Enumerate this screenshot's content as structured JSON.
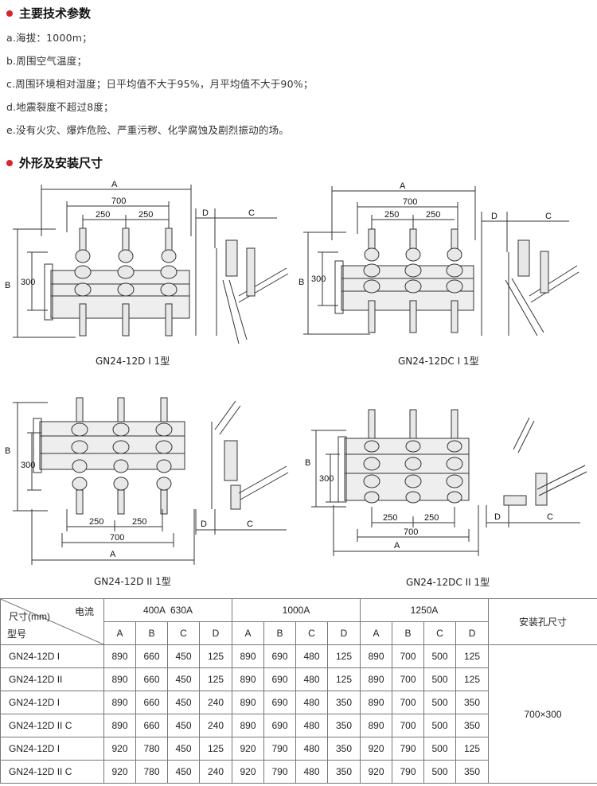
{
  "sections": {
    "params_title": "主要技术参数",
    "dims_title": "外形及安装尺寸"
  },
  "params": [
    "a.海拔：1000m；",
    "b.周围空气温度；",
    "c.周围环境相对湿度；日平均值不大于95%，月平均值不大于90%；",
    "d.地震裂度不超过8度；",
    "e.没有火灾、爆炸危险、严重污秽、化学腐蚀及剧烈振动的场。"
  ],
  "drawings": [
    {
      "caption": "GN24-12D I 1型",
      "labels": {
        "a": "A",
        "w700": "700",
        "w250a": "250",
        "w250b": "250",
        "b": "B",
        "h300": "300",
        "d": "D",
        "c": "C"
      }
    },
    {
      "caption": "GN24-12DC I 1型",
      "labels": {
        "a": "A",
        "w700": "700",
        "w250a": "250",
        "w250b": "250",
        "b": "B",
        "h300": "300",
        "d": "D",
        "c": "C"
      }
    },
    {
      "caption": "GN24-12D II 1型",
      "labels": {
        "a": "A",
        "w700": "700",
        "w250a": "250",
        "w250b": "250",
        "b": "B",
        "h300": "300",
        "d": "D",
        "c": "C"
      }
    },
    {
      "caption": "GN24-12DC II 1型",
      "labels": {
        "a": "A",
        "w700": "700",
        "w250a": "250",
        "w250b": "250",
        "b": "B",
        "h300": "300",
        "d": "D",
        "c": "C"
      }
    }
  ],
  "table": {
    "header_current": "电流",
    "header_size": "尺寸(mm)",
    "header_model": "型号",
    "groups": [
      "400A  630A",
      "1000A",
      "1250A"
    ],
    "mount_header": "安装孔尺寸",
    "sub_headers": [
      "A",
      "B",
      "C",
      "D",
      "A",
      "B",
      "C",
      "D",
      "A",
      "B",
      "C",
      "D"
    ],
    "mount_value": "700×300",
    "rows": [
      {
        "model": "GN24-12D I",
        "values": [
          "890",
          "660",
          "450",
          "125",
          "890",
          "690",
          "480",
          "125",
          "890",
          "700",
          "500",
          "125"
        ]
      },
      {
        "model": "GN24-12D II",
        "values": [
          "890",
          "660",
          "450",
          "125",
          "890",
          "690",
          "480",
          "125",
          "890",
          "700",
          "500",
          "125"
        ]
      },
      {
        "model": "GN24-12D I",
        "values": [
          "890",
          "660",
          "450",
          "240",
          "890",
          "690",
          "480",
          "350",
          "890",
          "700",
          "500",
          "350"
        ]
      },
      {
        "model": "GN24-12D II C",
        "values": [
          "890",
          "660",
          "450",
          "240",
          "890",
          "690",
          "480",
          "350",
          "890",
          "700",
          "500",
          "350"
        ]
      },
      {
        "model": "GN24-12D I",
        "values": [
          "920",
          "780",
          "450",
          "125",
          "920",
          "790",
          "480",
          "350",
          "920",
          "790",
          "500",
          "125"
        ]
      },
      {
        "model": "GN24-12D II C",
        "values": [
          "920",
          "780",
          "450",
          "240",
          "920",
          "790",
          "480",
          "350",
          "920",
          "790",
          "500",
          "350"
        ]
      }
    ]
  },
  "colors": {
    "bullet": "#d8262a",
    "line": "#333333",
    "fill": "#e8e8e8"
  }
}
